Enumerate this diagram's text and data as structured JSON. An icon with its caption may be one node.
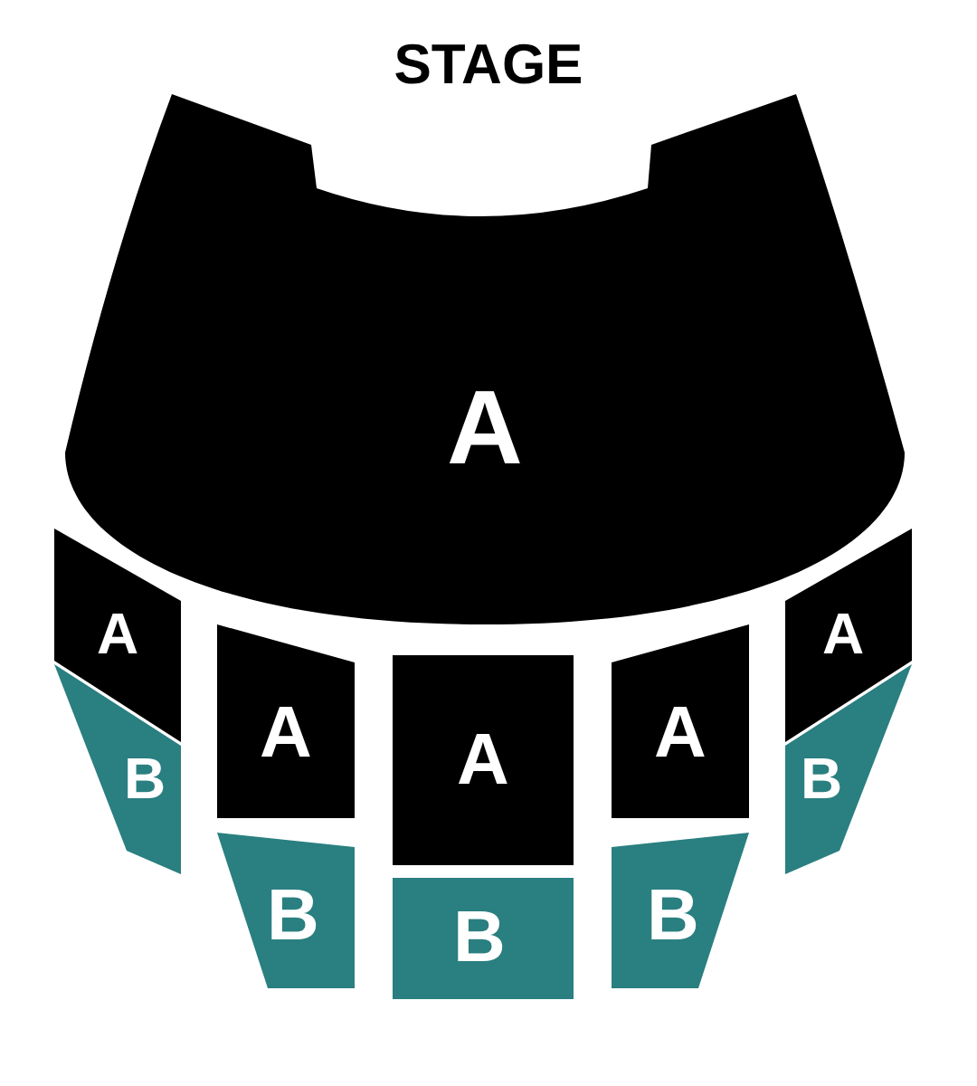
{
  "diagram": {
    "nodes": [
      {
        "text": [
          "A"
        ]
      },
      {
        "text": [
          "A"
        ]
      },
      {
        "text": [
          "A"
        ]
      },
      {
        "text": [
          "A"
        ]
      },
      {
        "text": [
          "A"
        ]
      },
      {
        "text": [
          "A"
        ]
      },
      {
        "text": [
          "B"
        ]
      },
      {
        "text": [
          "B"
        ]
      },
      {
        "text": [
          "B"
        ]
      },
      {
        "text": [
          "B"
        ]
      },
      {
        "text": [
          "B"
        ]
      }
    ],
    "labels": [
      "STAGE"
    ]
  }
}
